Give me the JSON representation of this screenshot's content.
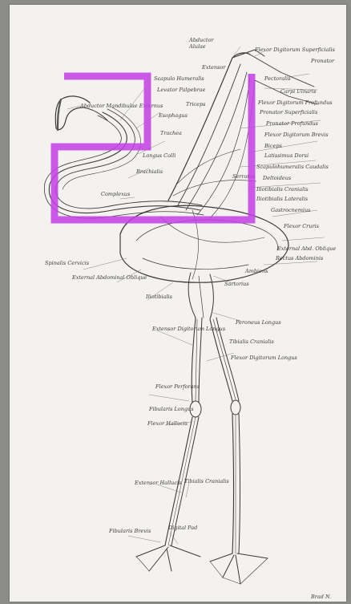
{
  "labels": [
    "Abductor",
    "Alulae",
    "Flexor Digitorum Superficialis",
    "Pronator",
    "Extensor",
    "Scapulo Humeralis",
    "Pectoralis",
    "Carpi Ulnaris",
    "Triceps",
    "Flexor Digitorum Profundus",
    "Pronator Superficialis",
    "Pronator Profundus",
    "Flexor Digitorum Brevis",
    "Biceps",
    "Latissimus Dorsi",
    "Scapulohumeralis Caudalis",
    "Deltoideus",
    "Iliotibialis Cranialis",
    "Iliotibialis Lateralis",
    "Gastrocnemius",
    "Abductor Mandibulae Externus",
    "Levator Palpebrae",
    "Esophagus",
    "Trachea",
    "Longus Colli",
    "Brachialis",
    "Complexus",
    "Serratus",
    "Flexor Cruris",
    "External Abd. Oblique",
    "Rectus Abdominis",
    "Ambiens",
    "Spinalis Cervicis",
    "External Abdominal Oblique",
    "Iliotibialis",
    "Sartorius",
    "Peroneus Longus",
    "Tibialis Cranialis",
    "Flexor Digitorum Longus",
    "Extensor Digitorum Longus",
    "Flexor Perforans",
    "Fibularis Longus",
    "Flexor Hallucis",
    "Extensor Hallucis",
    "Tibialis Cranialis",
    "Fibularis Brevis",
    "Digital Pad"
  ],
  "signature": "Brad N."
}
